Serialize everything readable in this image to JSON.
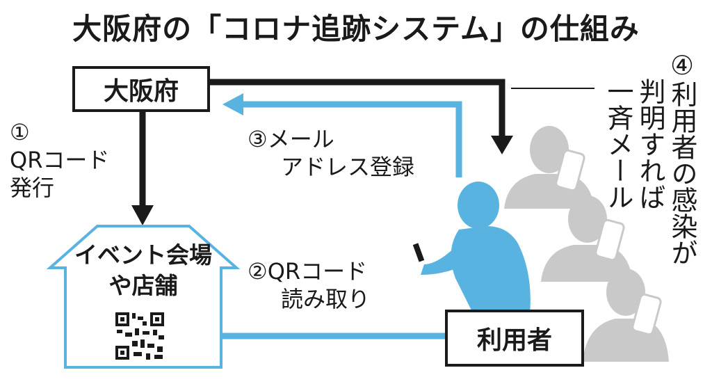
{
  "title": "大阪府の「コロナ追跡システム」の仕組み",
  "nodes": {
    "prefecture": "大阪府",
    "venue_line1": "イベント会場",
    "venue_line2": "や店舗",
    "user": "利用者"
  },
  "steps": {
    "step1_line1": "①",
    "step1_line2": "QRコード",
    "step1_line3": "発行",
    "step2_line1": "②QRコード",
    "step2_line2": "読み取り",
    "step3_line1": "③メール",
    "step3_line2": "アドレス登録",
    "step4_col1": "④利用者の感染が",
    "step4_col2": "判明すれば",
    "step4_col3": "一斉メール"
  },
  "colors": {
    "blue": "#59b3e0",
    "black": "#1a1a1a",
    "gray": "#c9c9c9"
  }
}
